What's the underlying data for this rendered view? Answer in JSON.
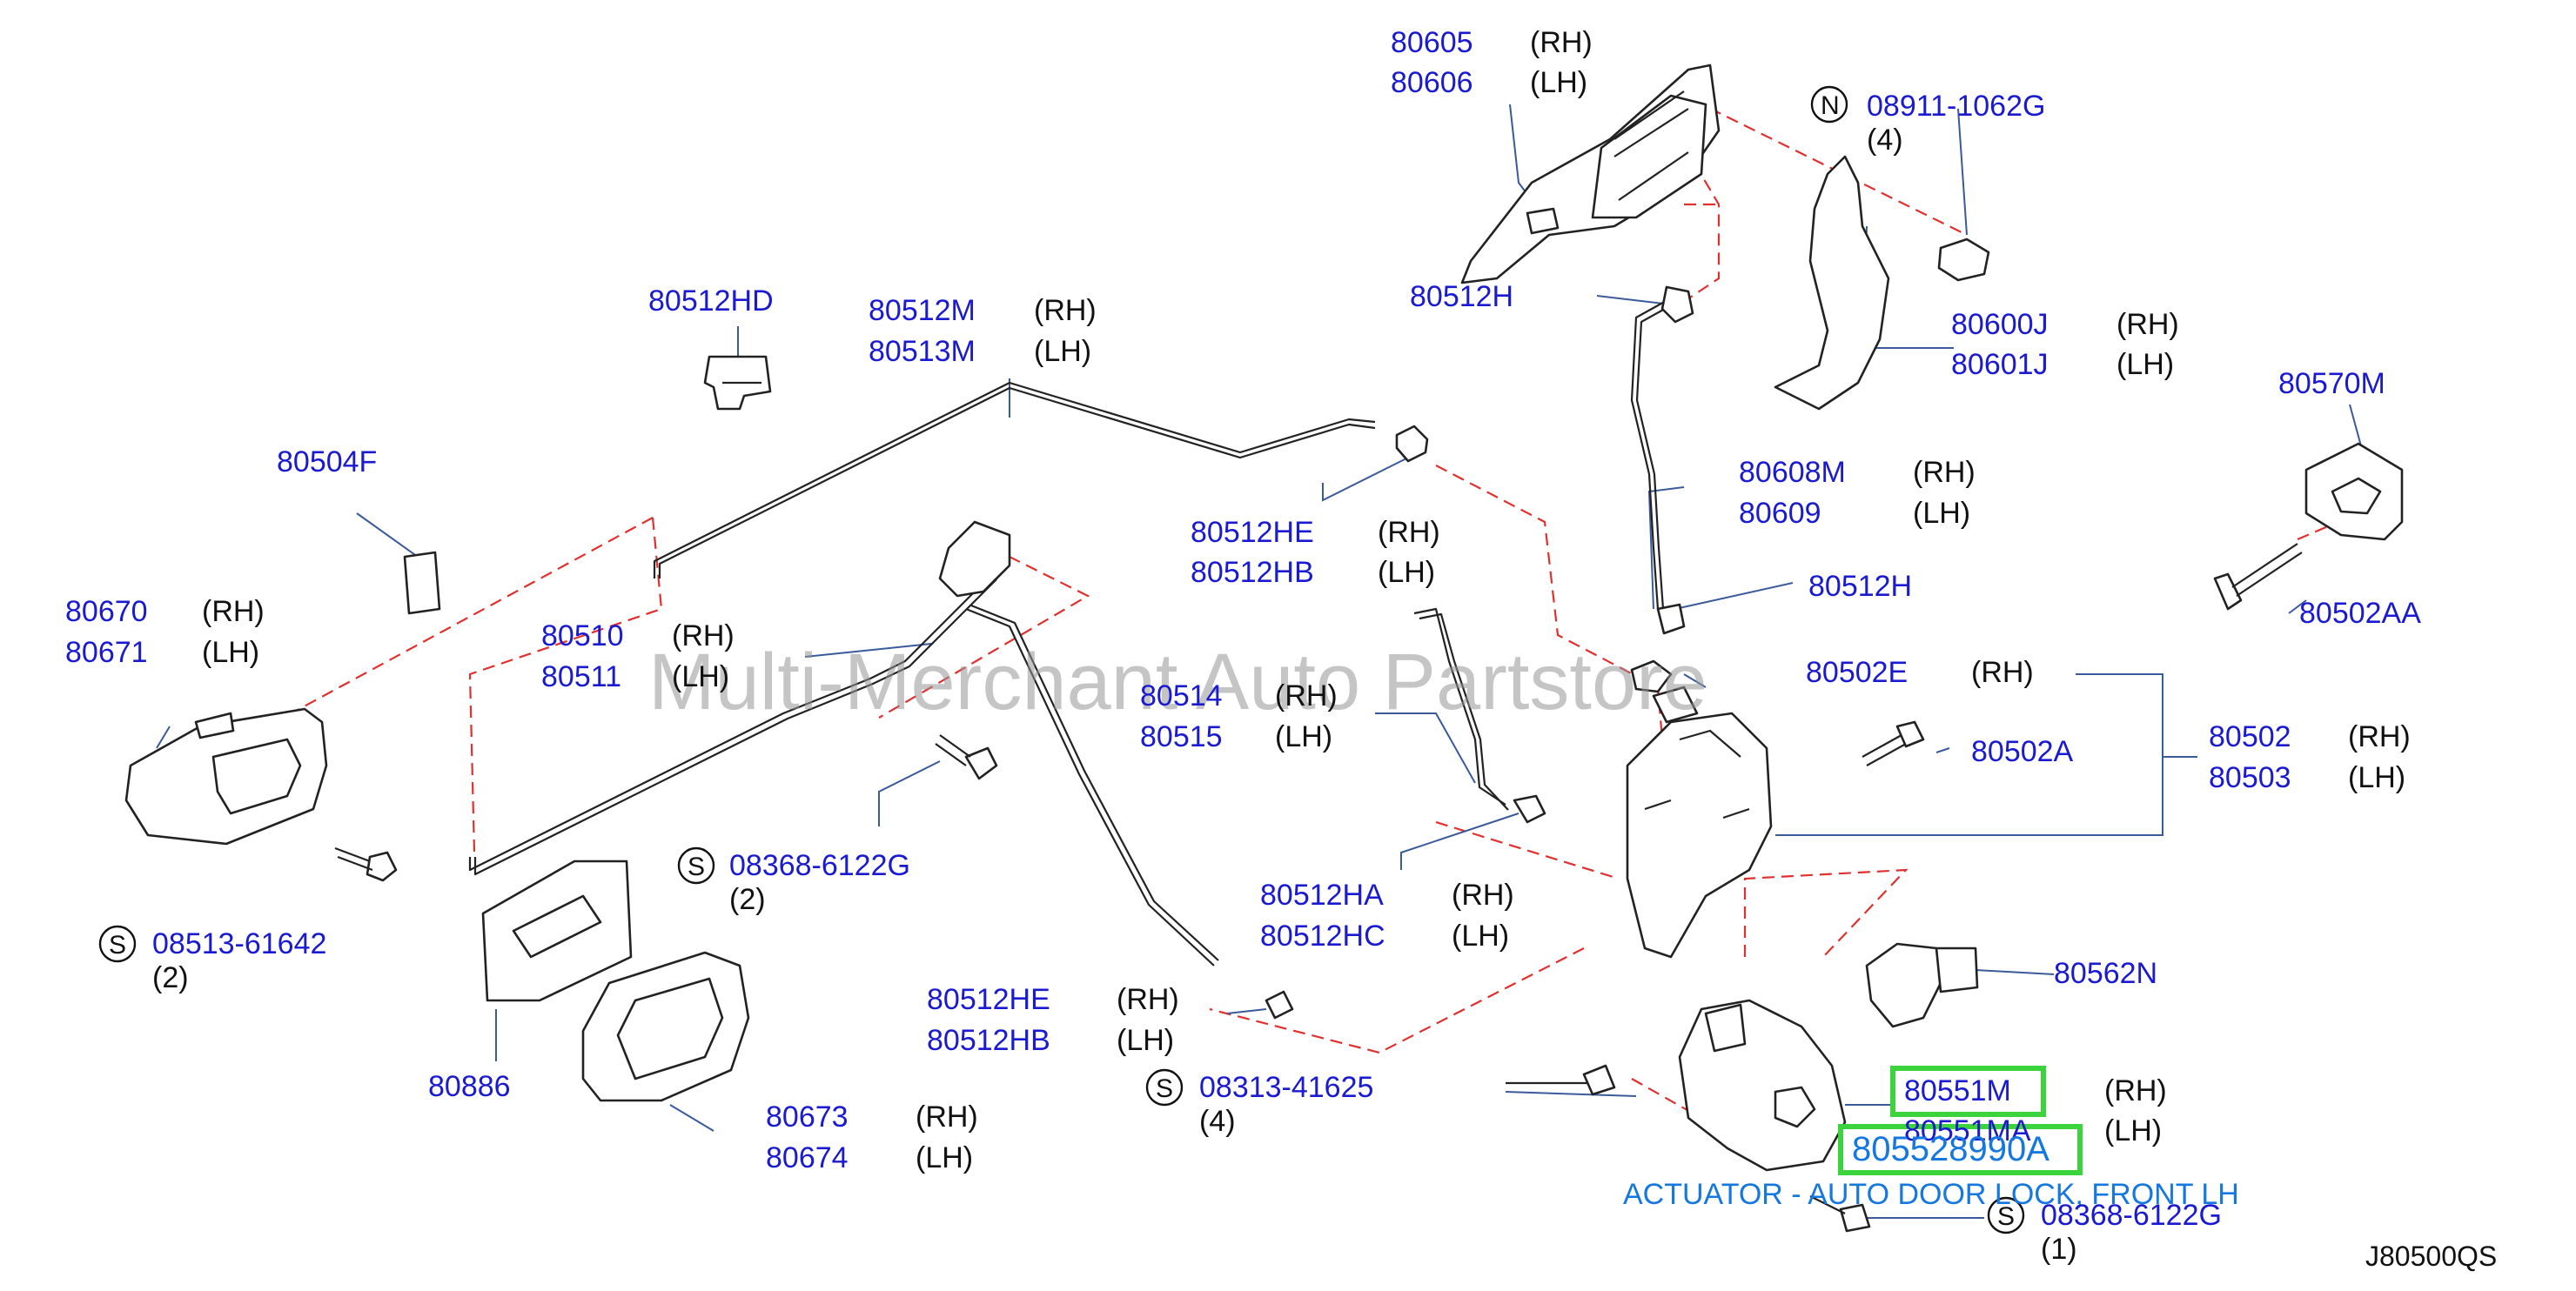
{
  "watermark": "Multi-Merchant Auto Partstore",
  "catalog_code": "J80500QS",
  "caption": "ACTUATOR - AUTO DOOR LOCK, FRONT LH",
  "highlight_number": "805528990A",
  "parts": {
    "p80605": "80605",
    "p80606": "80606",
    "p08911": "08911-1062G",
    "q08911": "(4)",
    "p80512HD": "80512HD",
    "p80512M": "80512M",
    "p80513M": "80513M",
    "p80512H_top": "80512H",
    "p80600J": "80600J",
    "p80601J": "80601J",
    "p80570M": "80570M",
    "p80504F": "80504F",
    "p80608M": "80608M",
    "p80609": "80609",
    "p80512HE_a": "80512HE",
    "p80512HB_a": "80512HB",
    "p80502AA": "80502AA",
    "p80670": "80670",
    "p80671": "80671",
    "p80510": "80510",
    "p80511": "80511",
    "p80512H_mid": "80512H",
    "p80502E": "80502E",
    "p80514": "80514",
    "p80515": "80515",
    "p80502A": "80502A",
    "p80502": "80502",
    "p80503": "80503",
    "p08368_a": "08368-6122G",
    "q08368_a": "(2)",
    "p80512HA": "80512HA",
    "p80512HC": "80512HC",
    "p08513": "08513-61642",
    "q08513": "(2)",
    "p80562N": "80562N",
    "p80512HE_b": "80512HE",
    "p80512HB_b": "80512HB",
    "p80886": "80886",
    "p08313": "08313-41625",
    "q08313": "(4)",
    "p80551M": "80551M",
    "p80551MA": "80551MA",
    "p80673": "80673",
    "p80674": "80674",
    "p08368_b": "08368-6122G",
    "q08368_b": "(1)"
  },
  "sides": {
    "rh": "(RH)",
    "lh": "(LH)"
  },
  "symbols": {
    "n": "N",
    "s": "S"
  }
}
